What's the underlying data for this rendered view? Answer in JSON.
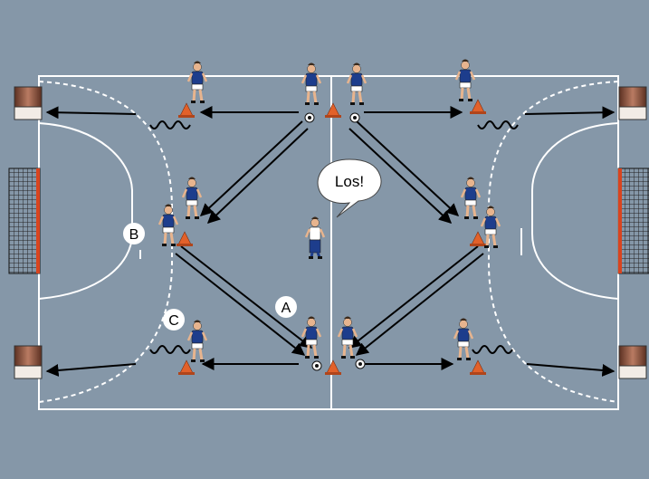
{
  "colors": {
    "court": "#8597a8",
    "lines": "#ffffff",
    "arrows": "#000000",
    "jersey": "#1d3d8c",
    "shorts": "#ffffff",
    "cone": "#e2612a",
    "mat": "#8a4f3c"
  },
  "speech": {
    "text": "Los!"
  },
  "markers": [
    {
      "id": "A",
      "text": "A"
    },
    {
      "id": "B",
      "text": "B"
    },
    {
      "id": "C",
      "text": "C"
    }
  ],
  "icons": {
    "goal": "handball-goal-icon",
    "mat": "gym-mat-icon",
    "cone": "cone-icon",
    "ball": "ball-icon",
    "player": "player-icon",
    "coach": "coach-icon"
  }
}
